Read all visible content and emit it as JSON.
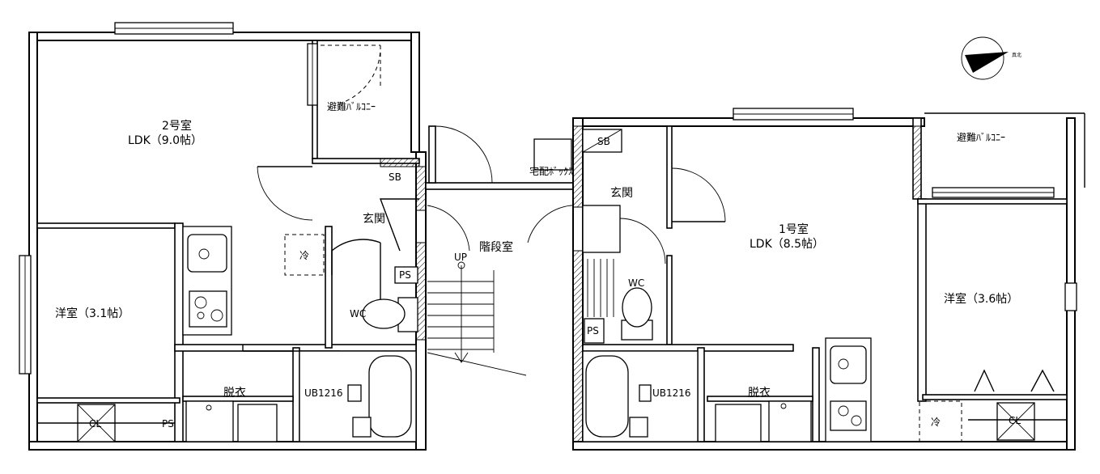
{
  "labels": {
    "room2_name": "2号室",
    "room2_ldk": "LDK（9.0帖）",
    "room1_name": "1号室",
    "room1_ldk": "LDK（8.5帖）",
    "western_left": "洋室（3.1帖）",
    "western_right": "洋室（3.6帖）",
    "balcony": "避難ﾊﾞﾙｺﾆｰ",
    "entrance": "玄関",
    "stair": "階段室",
    "up": "UP",
    "delivery_box": "宅配ﾎﾞｯｸｽ",
    "sb": "SB",
    "ps": "PS",
    "wc": "WC",
    "bath": "UB1216",
    "dressing": "脱衣",
    "fridge": "冷",
    "closet": "CL",
    "north": "真北"
  }
}
